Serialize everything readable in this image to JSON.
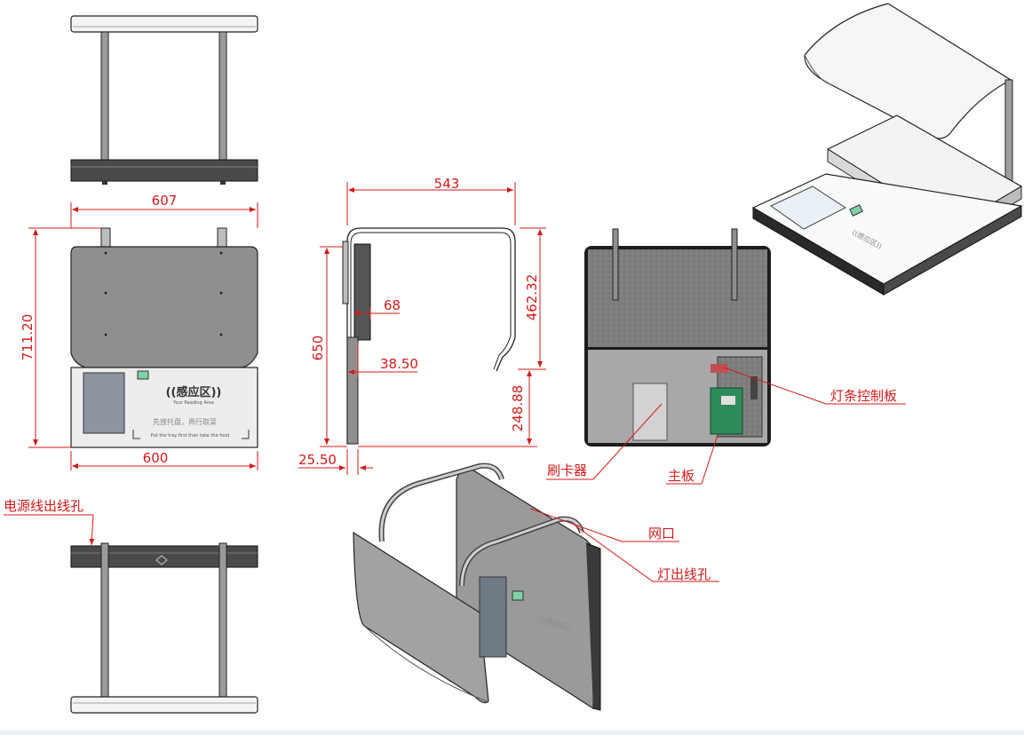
{
  "dimensions": {
    "front_width_top": "607",
    "front_height": "711.20",
    "front_width_bottom": "600",
    "side_top_width": "543",
    "side_height": "650",
    "side_arm_height": "462.32",
    "side_gap": "248.88",
    "side_depth_68": "68",
    "side_depth_3850": "38.50",
    "side_base": "25.50"
  },
  "callouts": {
    "power_hole": "电源线出线孔",
    "light_board": "灯条控制板",
    "card_reader": "刷卡器",
    "mainboard": "主板",
    "network_port": "网口",
    "light_hole": "灯出线孔"
  },
  "panel_labels": {
    "sensor_zone": "((感应区))",
    "sensor_sub": "Your Reading Area",
    "slogan": "先放托盘，再行取菜",
    "slogan_sub": "Put the tray first then take the food"
  },
  "colors": {
    "dimension": "#d11b1b",
    "panel_gray": "#8c8c8c",
    "frame_dark": "#3a3a3a",
    "pcb_green": "#2f8a5a"
  }
}
